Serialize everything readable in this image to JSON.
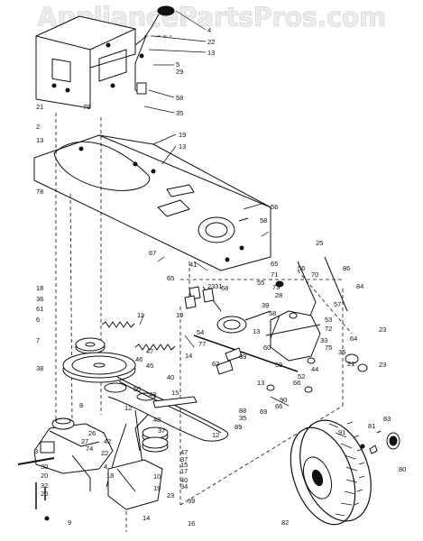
{
  "watermark": "AppliancePartsPros.com",
  "callouts": [
    "4",
    "22",
    "13",
    "5",
    "29",
    "58",
    "35",
    "21",
    "79",
    "2",
    "13",
    "19",
    "13",
    "78",
    "56",
    "58",
    "25",
    "65",
    "86",
    "67",
    "41",
    "56",
    "71",
    "70",
    "84",
    "65",
    "23",
    "57",
    "68",
    "55",
    "73",
    "28",
    "11",
    "18",
    "36",
    "61",
    "19",
    "31",
    "54",
    "77",
    "39",
    "58",
    "6",
    "47",
    "14",
    "53",
    "72",
    "13",
    "33",
    "75",
    "23",
    "7",
    "64",
    "21",
    "38",
    "46",
    "45",
    "40",
    "50",
    "62",
    "69",
    "60",
    "59",
    "52",
    "35",
    "23",
    "15",
    "44",
    "66",
    "13",
    "90",
    "66",
    "43",
    "12",
    "37",
    "8",
    "3",
    "26",
    "27",
    "74",
    "22",
    "42",
    "4",
    "18",
    "69",
    "89",
    "12",
    "48",
    "35",
    "88",
    "83",
    "81",
    "91",
    "80",
    "20",
    "30",
    "32",
    "20",
    "10",
    "19",
    "15",
    "17",
    "40",
    "34",
    "37",
    "47",
    "23",
    "39",
    "82",
    "9",
    "14",
    "16"
  ]
}
